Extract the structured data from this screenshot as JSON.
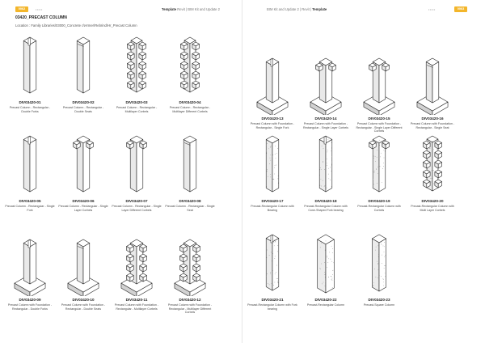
{
  "left_page": {
    "page_badge": "0062",
    "header_dots": "•••••",
    "header_title_bold": "Template",
    "header_title_rest": " Revit  |  BIM Kit and Update 2",
    "section_title": "03420_PRECAST COLUMN",
    "location": "Location : Family Libraries\\03000_Concrete c\\Hrmer\\Rebrind\\Hr_Precast Column",
    "items": [
      {
        "code": "DIV03420-01",
        "desc": "Precast Column - Rectangular - Double Forks"
      },
      {
        "code": "DIV03420-02",
        "desc": "Precast Column - Rectangular - Double Seats"
      },
      {
        "code": "DIV03420-03",
        "desc": "Precast Column - Rectangular - Multilayer Corbels"
      },
      {
        "code": "DIV03420-04",
        "desc": "Precast Column - Rectangular - Multilayer Different Corbels"
      },
      {
        "code": "DIV03420-05",
        "desc": "Precast Column - Rectangular - Single Fork"
      },
      {
        "code": "DIV03420-06",
        "desc": "Precast Column - Rectangular - Single Layer Corbels"
      },
      {
        "code": "DIV03420-07",
        "desc": "Precast Column - Rectangular - Single Layer Different Corbels"
      },
      {
        "code": "DIV03420-08",
        "desc": "Precast Column - Rectangular - Single Seat"
      },
      {
        "code": "DIV03420-09",
        "desc": "Precast Column with Foundation - Rectangular - Double Forks"
      },
      {
        "code": "DIV03420-10",
        "desc": "Precast Column with Foundation - Rectangular - Double Seats"
      },
      {
        "code": "DIV03420-11",
        "desc": "Precast Column with Foundation - Rectangular - Multilayer Corbels"
      },
      {
        "code": "DIV03420-12",
        "desc": "Precast Column with Foundation - Rectangular - Multilayer Different Corbels"
      }
    ]
  },
  "right_page": {
    "page_badge": "0063",
    "header_dots": "•••••",
    "header_title_bold": "Template",
    "header_title_pre": "BIM Kit and Update 2  |  Revit  |  ",
    "items": [
      {
        "code": "DIV03420-13",
        "desc": "Precast Column with Foundation - Rectangular - Single Fork"
      },
      {
        "code": "DIV03420-14",
        "desc": "Precast Column with Foundation - Rectangular - Single Layer Corbels"
      },
      {
        "code": "DIV03420-15",
        "desc": "Precast Column with Foundation - Rectangular - Single Layer Different Corbels"
      },
      {
        "code": "DIV03420-16",
        "desc": "Precast Column with Foundation - Rectangular - Single Seat"
      },
      {
        "code": "DIV03420-17",
        "desc": "Precast-Rectangular Column with Bearing"
      },
      {
        "code": "DIV03420-18",
        "desc": "Precast-Rectangular Column with Cone-Shaped Fork bearing"
      },
      {
        "code": "DIV03420-19",
        "desc": "Precast-Rectangular Column with Corbels"
      },
      {
        "code": "DIV03420-20",
        "desc": "Precast-Rectangular Column with Multi Layer Corbels"
      },
      {
        "code": "DIV03420-21",
        "desc": "Precast-Rectangular Column with Fork bearing"
      },
      {
        "code": "DIV03420-22",
        "desc": "Precast-Rectangular Column"
      },
      {
        "code": "DIV03420-23",
        "desc": "Precast-Square Column"
      }
    ]
  }
}
